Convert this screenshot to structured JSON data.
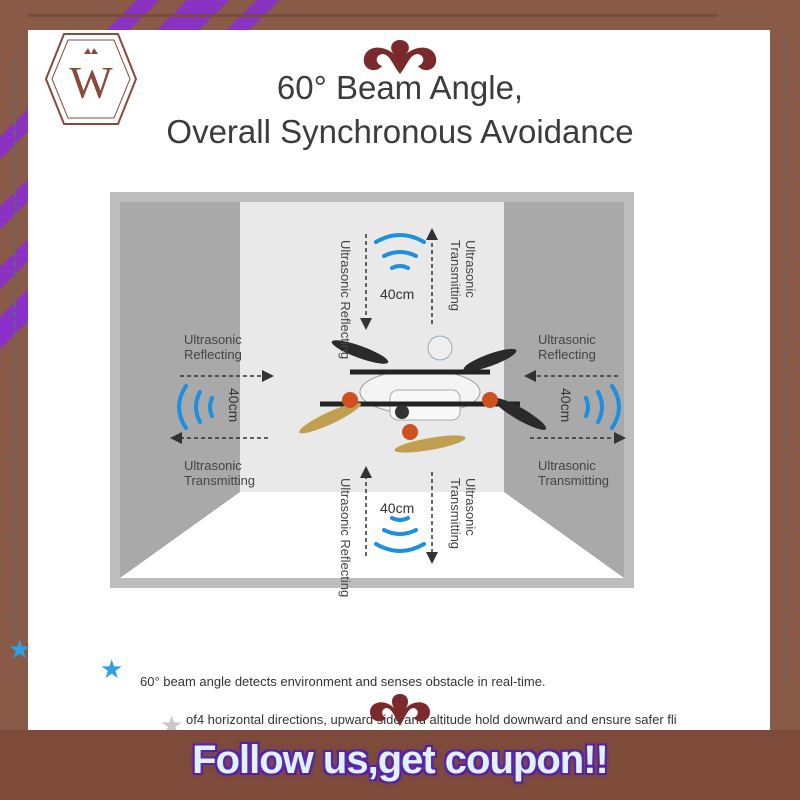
{
  "logo": {
    "letter": "W"
  },
  "title": {
    "line1": "60° Beam Angle,",
    "line2": "Overall Synchronous Avoidance"
  },
  "diagram": {
    "top": {
      "reflect": "Ultrasonic Reflecting",
      "transmit": "Ultrasonic Transmitting",
      "distance": "40cm"
    },
    "bottom": {
      "reflect": "Ultrasonic Reflecting",
      "transmit": "Ultrasonic Transmitting",
      "distance": "40cm"
    },
    "left": {
      "reflect_l1": "Ultrasonic",
      "reflect_l2": "Reflecting",
      "transmit_l1": "Ultrasonic",
      "transmit_l2": "Transmitting",
      "distance": "40cm"
    },
    "right": {
      "reflect_l1": "Ultrasonic",
      "reflect_l2": "Reflecting",
      "transmit_l1": "Ultrasonic",
      "transmit_l2": "Transmitting",
      "distance": "40cm"
    },
    "wave_color": "#1e8ee0"
  },
  "caption": {
    "line1": "60° beam angle detects environment and senses obstacle in real-time.",
    "line2": "of4 horizontal directions, upward side and altitude hold downward and ensure safer fli"
  },
  "banner": {
    "text": "Follow us,get coupon!!"
  }
}
